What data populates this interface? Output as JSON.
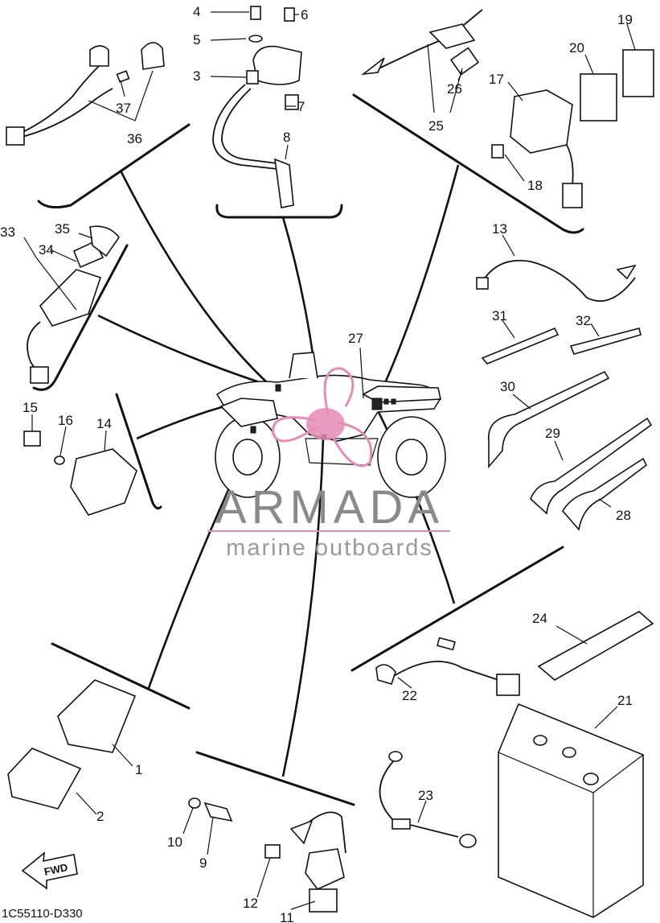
{
  "diagram": {
    "callouts": {
      "c1": "1",
      "c2": "2",
      "c3": "3",
      "c4": "4",
      "c5": "5",
      "c6": "6",
      "c7": "7",
      "c8": "8",
      "c9": "9",
      "c10": "10",
      "c11": "11",
      "c12": "12",
      "c13": "13",
      "c14": "14",
      "c15": "15",
      "c16": "16",
      "c17": "17",
      "c18": "18",
      "c19": "19",
      "c20": "20",
      "c21": "21",
      "c22": "22",
      "c23": "23",
      "c24": "24",
      "c25": "25",
      "c26": "26",
      "c27": "27",
      "c28": "28",
      "c29": "29",
      "c30": "30",
      "c31": "31",
      "c32": "32",
      "c33": "33",
      "c34": "34",
      "c35": "35",
      "c36": "36",
      "c37": "37"
    },
    "fwd_label": "FWD",
    "drawing_code": "1C55110-D330"
  },
  "watermark": {
    "brand": "ARMADA",
    "tagline": "marine outboards",
    "color_gray": "#8a8a8a",
    "color_pink": "#e58bb5"
  }
}
